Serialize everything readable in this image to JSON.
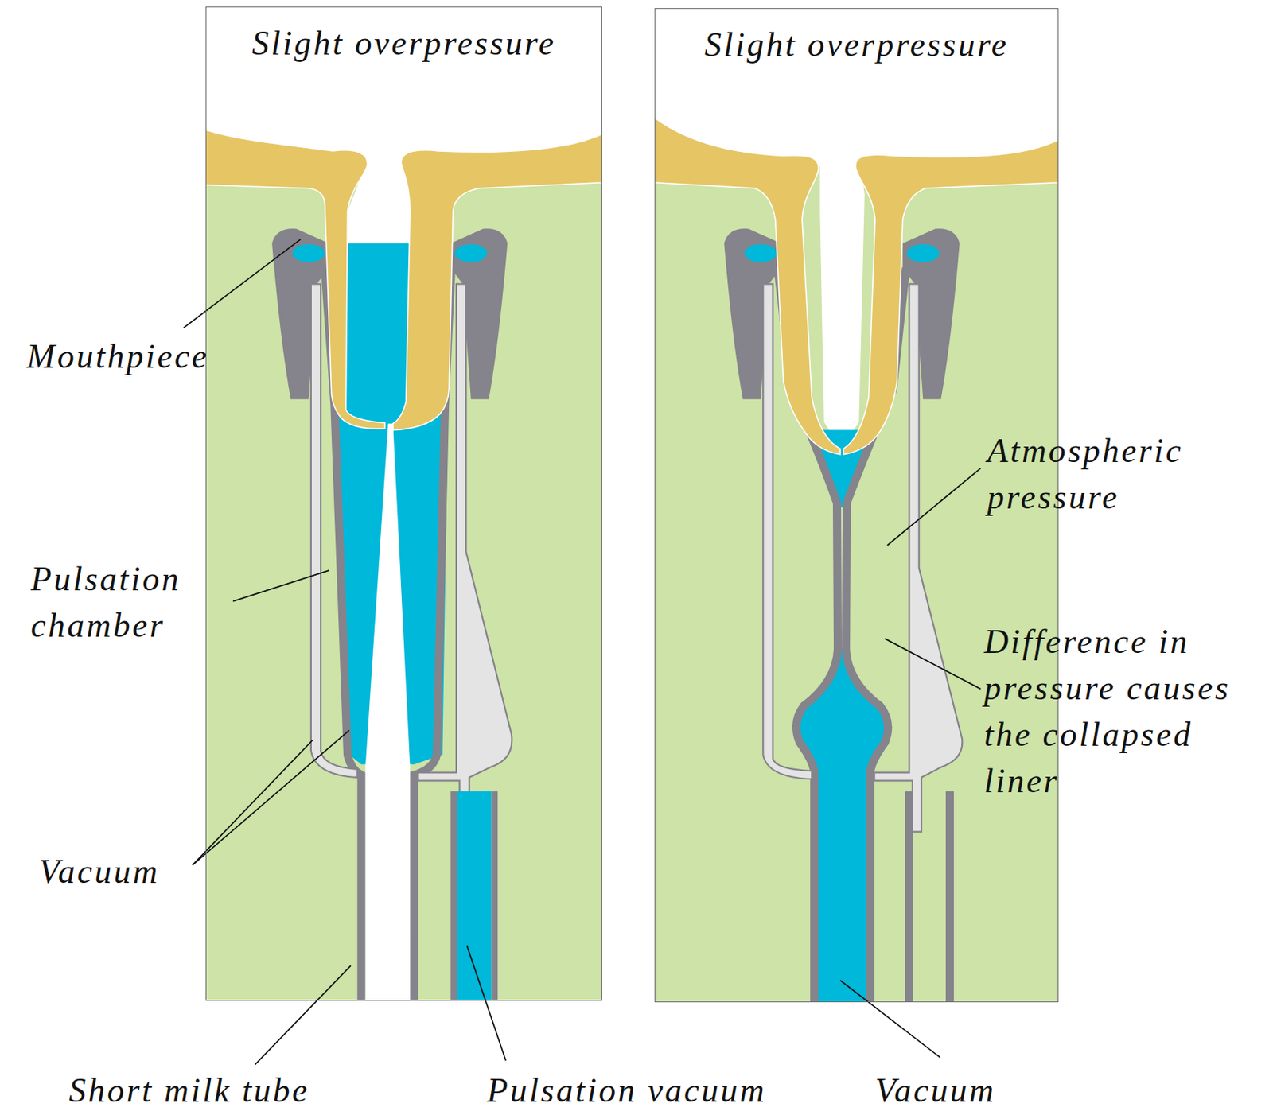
{
  "diagram": {
    "nodes": [
      {
        "text": [
          "Slight overpressure"
        ]
      },
      {
        "text": [
          "Slight overpressure"
        ]
      }
    ],
    "labels": [
      "Mouthpiece",
      "Pulsation chamber",
      "Vacuum",
      "Atmospheric pressure",
      "Difference in pressure causes the collapsed liner",
      "Short milk tube",
      "Pulsation vacuum",
      "Vacuum"
    ]
  }
}
